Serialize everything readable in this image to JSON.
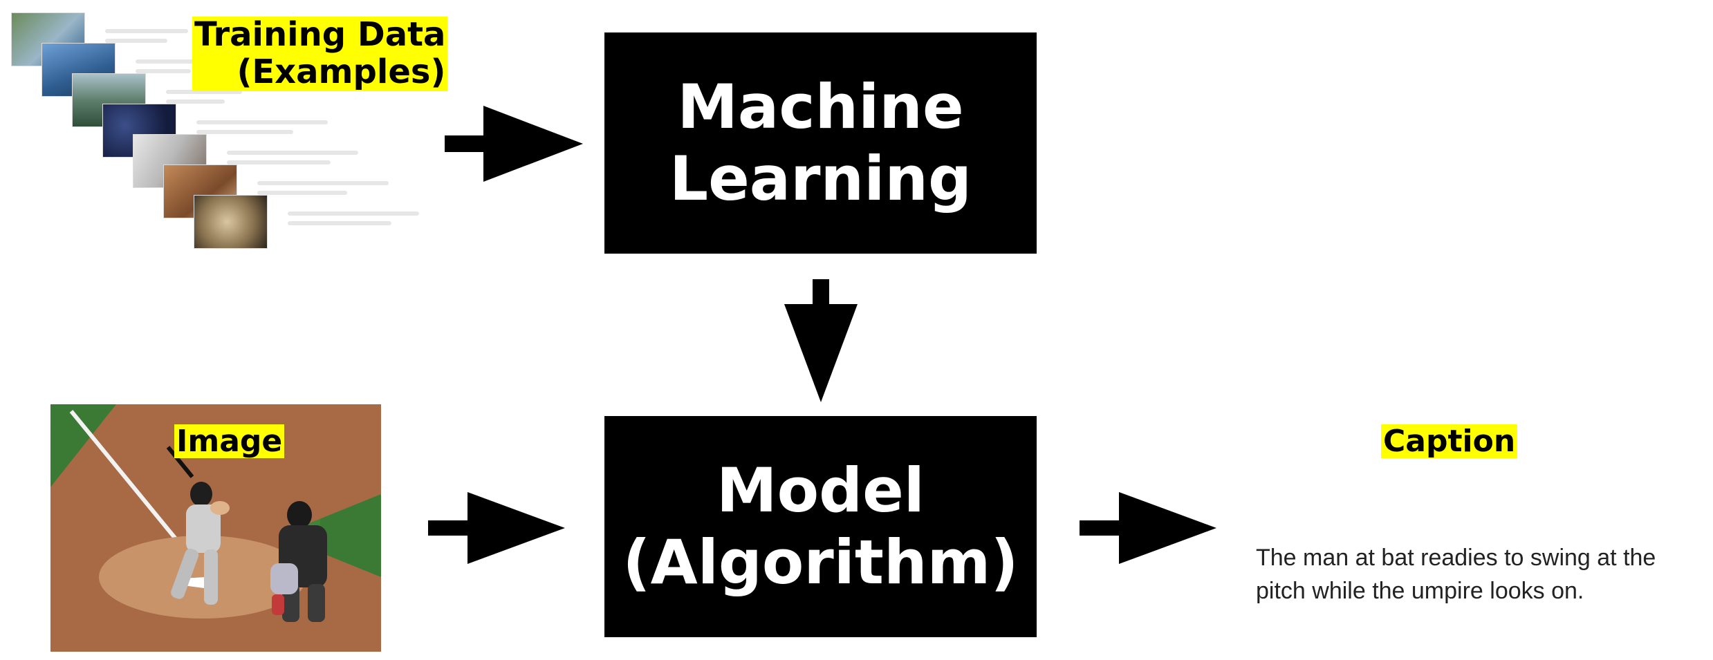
{
  "training": {
    "label": "Training Data\n(Examples)"
  },
  "machine_learning": {
    "label": "Machine\nLearning"
  },
  "model": {
    "label": "Model\n(Algorithm)"
  },
  "image": {
    "label": "Image"
  },
  "caption": {
    "label": "Caption",
    "text": "The man at bat readies to swing at the pitch while the umpire looks on."
  },
  "colors": {
    "highlight": "#ffff00",
    "box": "#000000",
    "box_text": "#ffffff"
  }
}
